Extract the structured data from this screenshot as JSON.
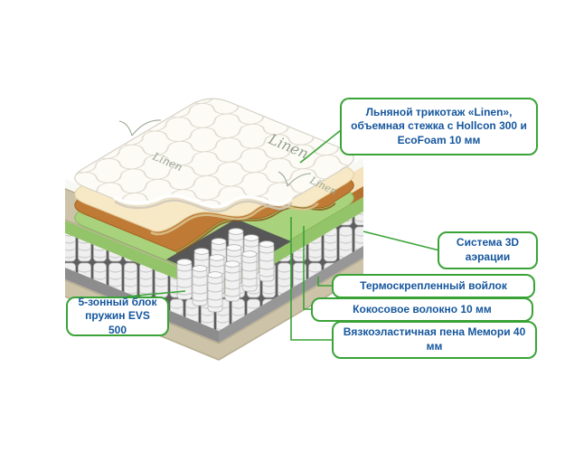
{
  "callouts": {
    "cover": "Льняной трикотаж «Linen», объемная стежка с Hollcon 300 и EcoFoam 10 мм",
    "aeration": "Система 3D аэрации",
    "felt": "Термоскрепленный войлок",
    "coconut": "Кокосовое волокно 10 мм",
    "memory": "Вязкоэластичная пена Мемори 40 мм",
    "springs": "5-зонный блок пружин EVS 500"
  },
  "fabric": {
    "brand_label": "Linen"
  },
  "colors": {
    "callout_border_green": "#3aa337",
    "callout_text_blue": "#15569d",
    "cover_white": "#fcfbf6",
    "foam_cream": "#f7e9c6",
    "coconut_brown": "#bf7a35",
    "foam_green": "#a9d27d",
    "felt_gray": "#8d8d8d",
    "border_beige": "#cdc3a9"
  }
}
